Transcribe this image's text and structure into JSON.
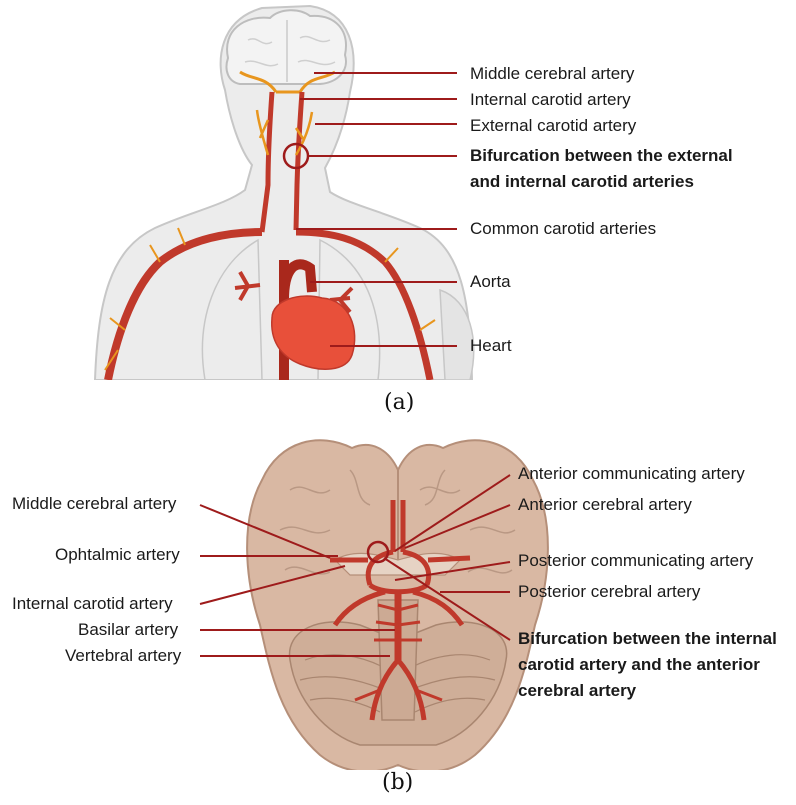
{
  "colors": {
    "artery": "#c0392b",
    "artery_dark": "#a9281c",
    "capillary": "#e8961e",
    "heart": "#e8503a",
    "body_fill": "#ececec",
    "body_stroke": "#c7c7c7",
    "brain_fill": "#d9b8a3",
    "brain_stroke": "#b58f79",
    "leader": "#9e1b1b"
  },
  "panel_a": {
    "caption": "(a)",
    "labels": [
      "Middle cerebral artery",
      "Internal carotid artery",
      "External carotid artery",
      "Bifurcation between the external and internal carotid arteries",
      "Common carotid arteries",
      "Aorta",
      "Heart"
    ]
  },
  "panel_b": {
    "caption": "(b)",
    "left_labels": [
      "Middle cerebral artery",
      "Ophtalmic artery",
      "Internal carotid artery",
      "Basilar artery",
      "Vertebral artery"
    ],
    "right_labels": [
      "Anterior communicating artery",
      "Anterior cerebral artery",
      "Posterior communicating artery",
      "Posterior cerebral artery",
      "Bifurcation between the internal carotid artery and the anterior cerebral artery"
    ]
  }
}
